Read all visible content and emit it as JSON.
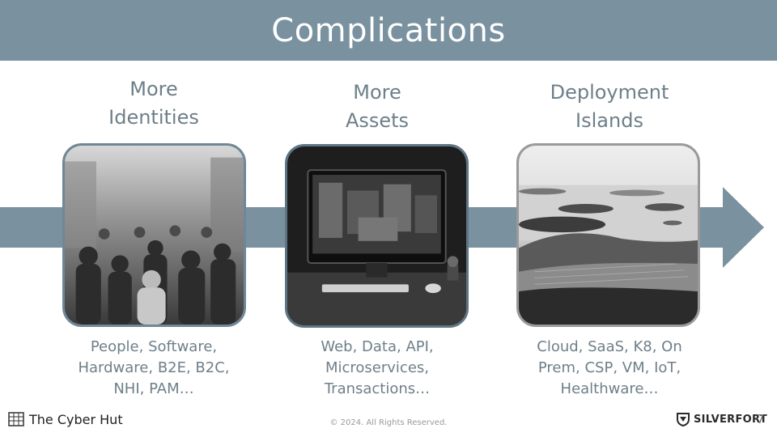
{
  "title": "Complications",
  "columns": [
    {
      "heading_1": "More",
      "heading_2": "Identities",
      "desc_1": "People, Software,",
      "desc_2": "Hardware, B2E, B2C,",
      "desc_3": "NHI, PAM…"
    },
    {
      "heading_1": "More",
      "heading_2": "Assets",
      "desc_1": "Web, Data, API,",
      "desc_2": "Microservices,",
      "desc_3": "Transactions…"
    },
    {
      "heading_1": "Deployment",
      "heading_2": "Islands",
      "desc_1": "Cloud, SaaS, K8, On",
      "desc_2": "Prem, CSP, VM, IoT,",
      "desc_3": "Healthware…"
    }
  ],
  "footer": {
    "left_brand": "The Cyber Hut",
    "copyright": "© 2024. All Rights Reserved.",
    "right_brand": "SILVERFORT",
    "page_number": "7"
  },
  "colors": {
    "header": "#7a919f",
    "arrow": "#7a919f",
    "text": "#6e7f89"
  }
}
